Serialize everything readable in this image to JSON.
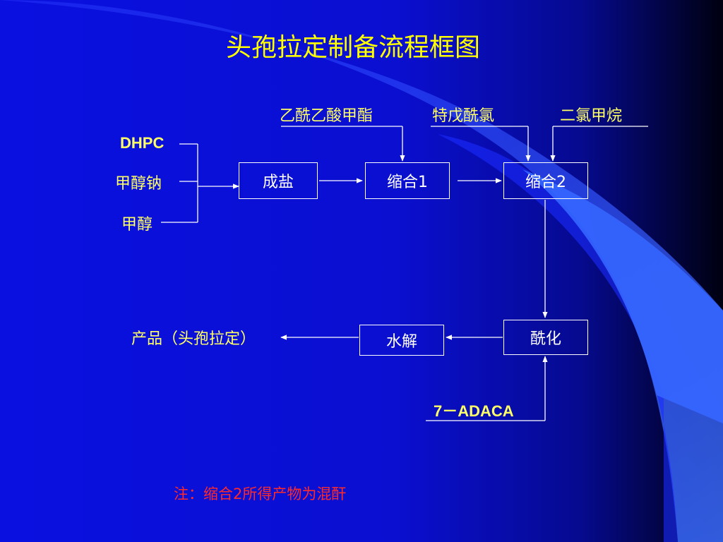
{
  "title": "头孢拉定制备流程框图",
  "inputs": {
    "dhpc": "DHPC",
    "sodium_methoxide": "甲醇钠",
    "methanol": "甲醇",
    "methyl_acetoacetate": "乙酰乙酸甲酯",
    "pivaloyl_chloride": "特戊酰氯",
    "dichloromethane": "二氯甲烷",
    "adaca": "7－ADACA"
  },
  "steps": {
    "salt_formation": "成盐",
    "condensation1": "缩合1",
    "condensation2": "缩合2",
    "acylation": "酰化",
    "hydrolysis": "水解"
  },
  "product": "产品（头孢拉定）",
  "note": "注：缩合2所得产物为混酐",
  "colors": {
    "background": "#0a10e0",
    "title": "#ffff00",
    "reagent_text": "#ffff66",
    "box_text": "#ffffff",
    "note": "#ff2a2a"
  }
}
